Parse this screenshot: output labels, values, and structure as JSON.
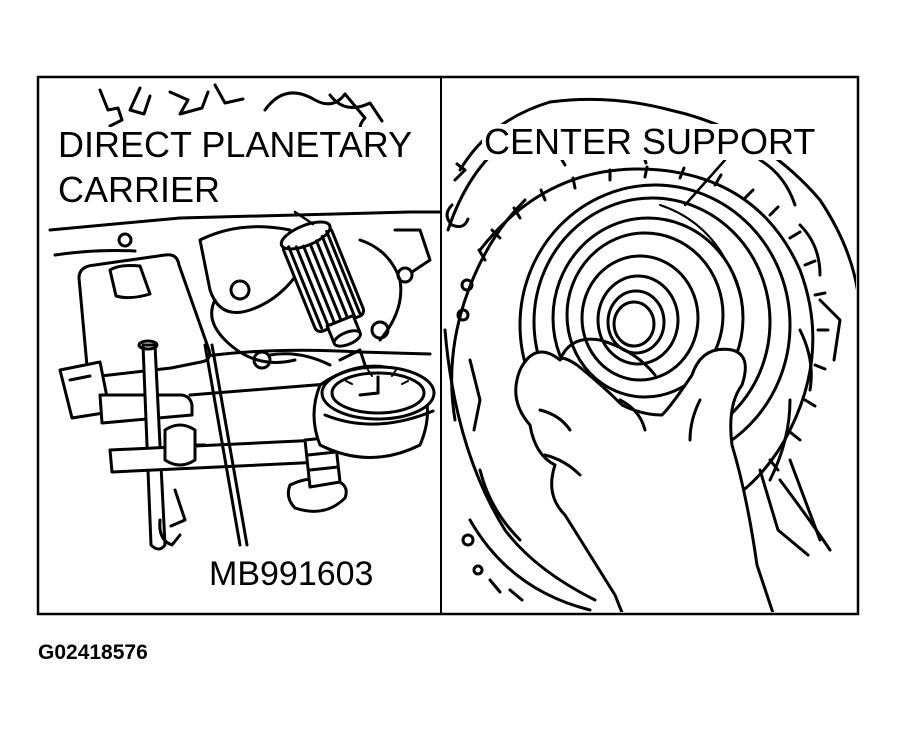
{
  "left_panel": {
    "callout_line1": "DIRECT PLANETARY",
    "callout_line2": "CARRIER",
    "tool_label": "MB991603"
  },
  "right_panel": {
    "callout": "CENTER SUPPORT"
  },
  "figure_id": "G02418576",
  "colors": {
    "ink": "#000000",
    "paper": "#ffffff"
  }
}
